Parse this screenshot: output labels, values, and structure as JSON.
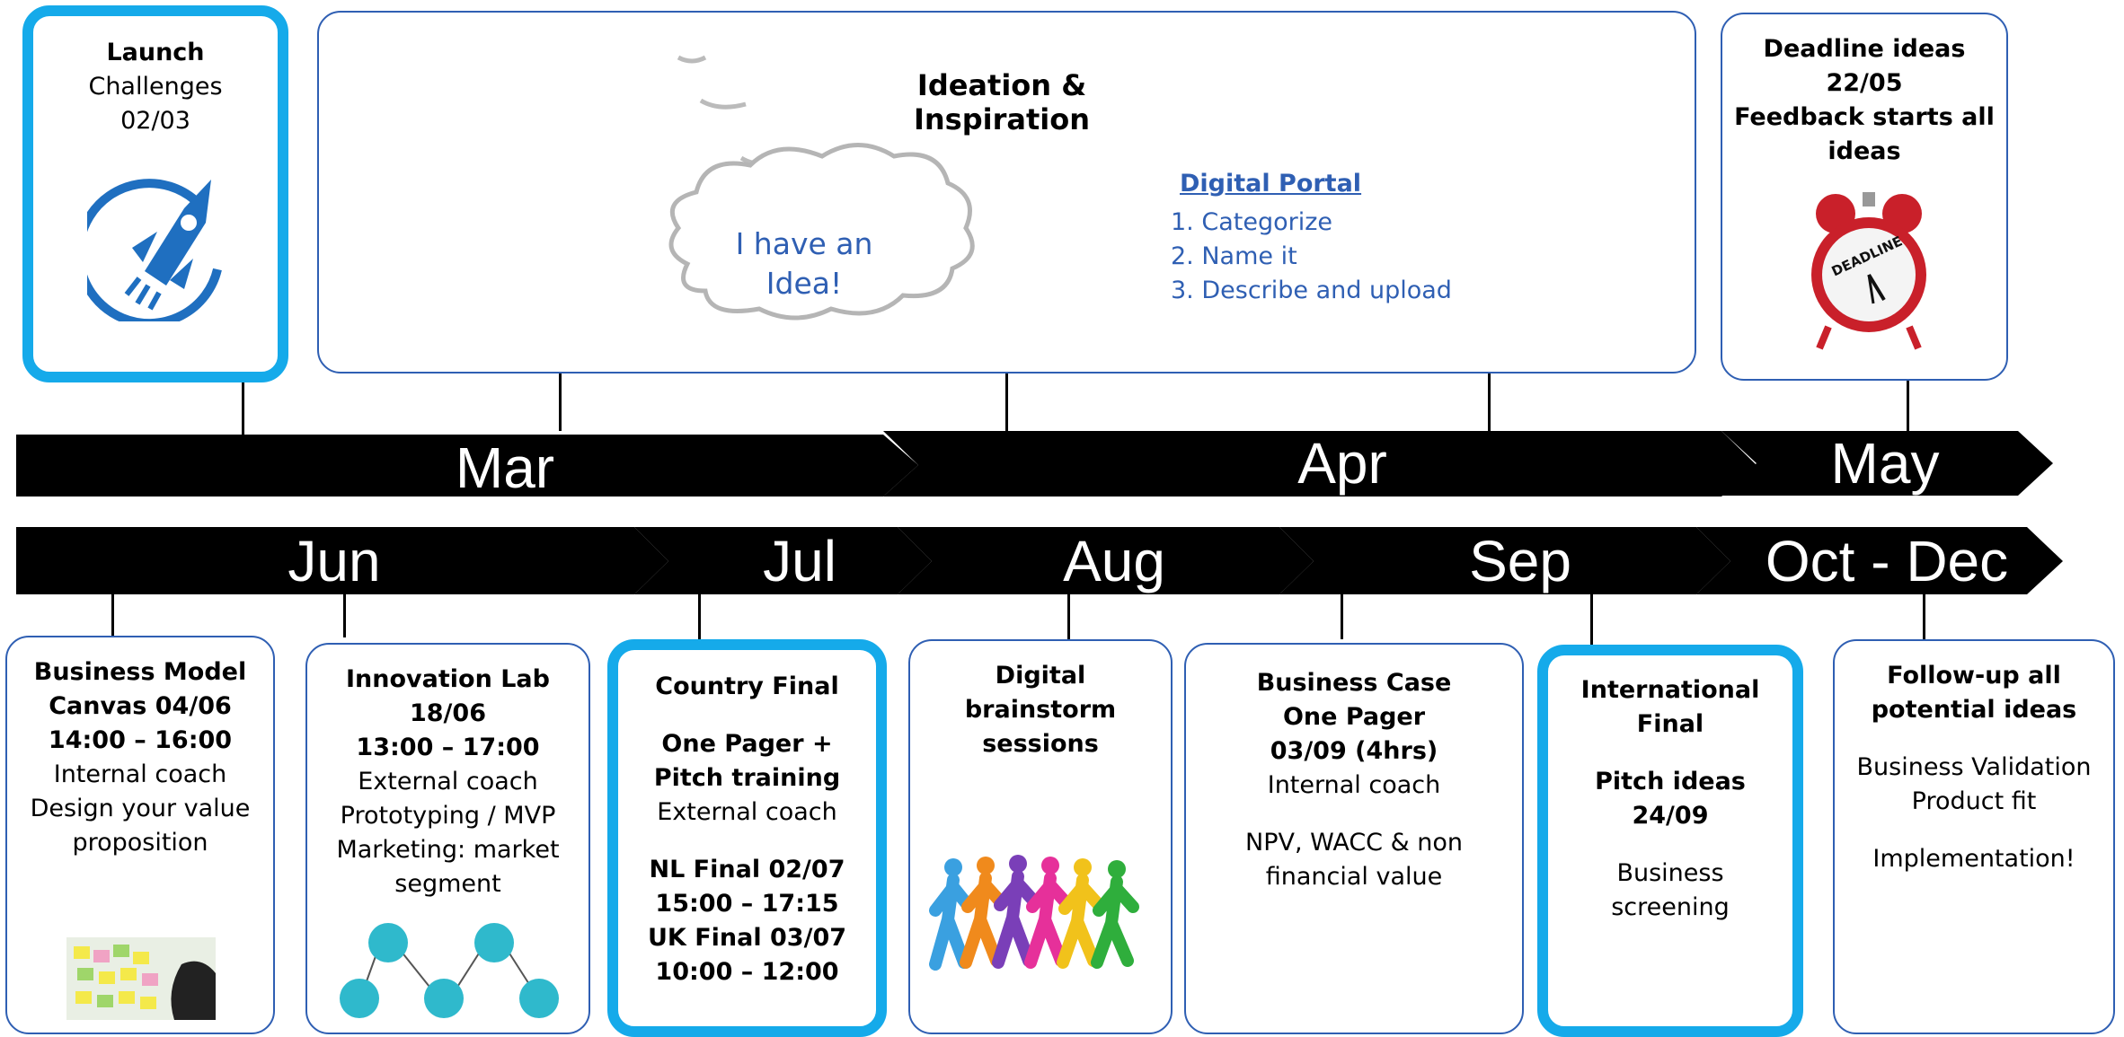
{
  "launch": {
    "title": "Launch",
    "line2": "Challenges",
    "line3": "02/03"
  },
  "ideation": {
    "title": "Ideation & Inspiration",
    "cloud_line1": "I have an",
    "cloud_line2": "Idea!",
    "portal_title": "Digital Portal",
    "portal_steps": [
      "Categorize",
      "Name it",
      "Describe and upload"
    ],
    "step_numbers": [
      "1.",
      "2.",
      "3."
    ]
  },
  "deadline": {
    "line1": "Deadline ideas",
    "line2": "22/05",
    "line3": "Feedback starts all",
    "line4": "ideas",
    "clock_text": "DEADLINE"
  },
  "months_top": [
    "Mar",
    "Apr",
    "May"
  ],
  "months_bottom": [
    "Jun",
    "Jul",
    "Aug",
    "Sep",
    "Oct - Dec"
  ],
  "bmc": {
    "b1": "Business Model",
    "b2": "Canvas 04/06",
    "b3": "14:00 – 16:00",
    "n1": "Internal coach",
    "n2": "Design your value",
    "n3": "proposition"
  },
  "lab": {
    "b1": "Innovation Lab",
    "b2": "18/06",
    "b3": "13:00 – 17:00",
    "n1": "External coach",
    "n2": "Prototyping / MVP",
    "n3": "Marketing: market",
    "n4": "segment"
  },
  "country": {
    "b1": "Country Final",
    "b2": "One Pager +",
    "b3": "Pitch training",
    "n1": "External coach",
    "b4": "NL Final 02/07",
    "b5": "15:00 – 17:15",
    "b6": "UK Final 03/07",
    "b7": "10:00 – 12:00"
  },
  "digital": {
    "b1": "Digital",
    "b2": "brainstorm",
    "b3": "sessions"
  },
  "bcase": {
    "b1": "Business Case",
    "b2": "One Pager",
    "b3": "03/09 (4hrs)",
    "n1": "Internal coach",
    "n2": "NPV, WACC & non",
    "n3": "financial value"
  },
  "intl": {
    "b1": "International",
    "b2": "Final",
    "b3": "Pitch ideas",
    "b4": "24/09",
    "n1": "Business",
    "n2": "screening"
  },
  "follow": {
    "b1": "Follow-up all",
    "b2": "potential ideas",
    "n1": "Business Validation",
    "n2": "Product fit",
    "n3": "Implementation!"
  },
  "colors": {
    "accent_border": "#15aaea",
    "box_border": "#2f5fb3",
    "text_blue": "#2f5fb3",
    "arrow": "#000000",
    "clock_red": "#d0202a"
  },
  "icons": [
    "rocket-icon",
    "cloud-icon",
    "alarm-clock-icon",
    "sticky-notes-photo",
    "process-circles-icon",
    "runners-illustration"
  ]
}
